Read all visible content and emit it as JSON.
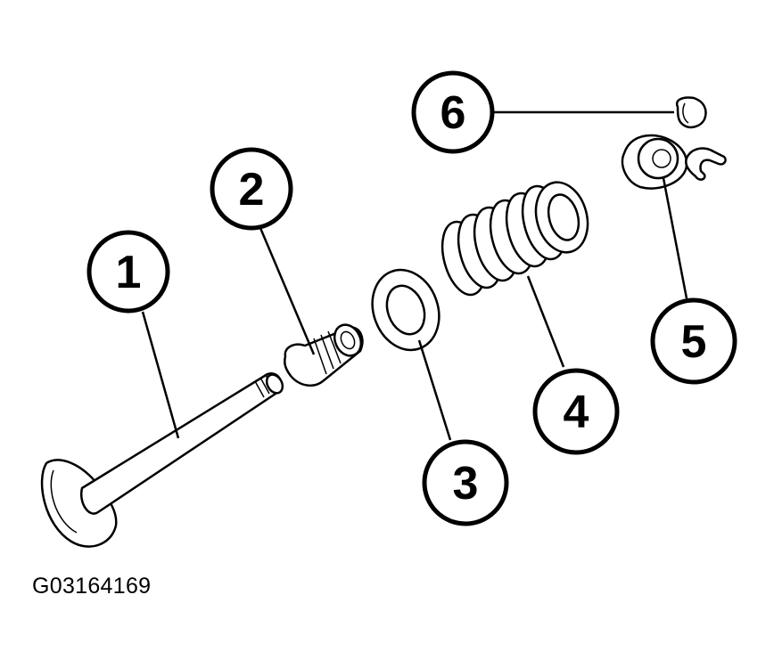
{
  "callouts": [
    {
      "id": "1",
      "label": "1"
    },
    {
      "id": "2",
      "label": "2"
    },
    {
      "id": "3",
      "label": "3"
    },
    {
      "id": "4",
      "label": "4"
    },
    {
      "id": "5",
      "label": "5"
    },
    {
      "id": "6",
      "label": "6"
    }
  ],
  "figure_id": "G03164169",
  "colors": {
    "line": "#000000",
    "background": "#ffffff"
  }
}
